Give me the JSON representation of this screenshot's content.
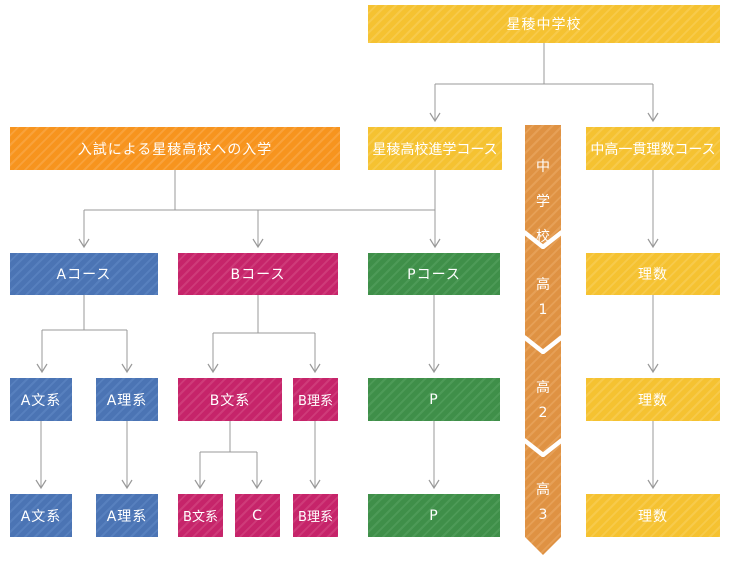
{
  "colors": {
    "yellow": "#F5C231",
    "orange": "#F7941E",
    "ribbon_orange": "#DF9243",
    "blue": "#4B74B4",
    "pink": "#C6246A",
    "green": "#3F8F49",
    "connector_gray": "#999999",
    "label_text": "#FFFFFF"
  },
  "nodes": {
    "junior_high": "星稜中学校",
    "exam_entry": "入試による星稜高校への入学",
    "shinro_course": "星稜高校進学コース",
    "integrated_course": "中高一貫理数コース",
    "course_a": "Aコース",
    "course_b": "Bコース",
    "course_p": "Pコース",
    "risu_y1": "理数",
    "a_bunkei_y2": "A文系",
    "a_rikei_y2": "A理系",
    "b_bunkei_y2": "B文系",
    "b_rikei_y2": "B理系",
    "p_y2": "P",
    "risu_y2": "理数",
    "a_bunkei_y3": "A文系",
    "a_rikei_y3": "A理系",
    "b_bunkei_y3": "B文系",
    "c_y3": "C",
    "b_rikei_y3": "B理系",
    "p_y3": "P",
    "risu_y3": "理数"
  },
  "ribbon": {
    "segments": [
      "中学校",
      "高1",
      "高2",
      "高3"
    ]
  }
}
